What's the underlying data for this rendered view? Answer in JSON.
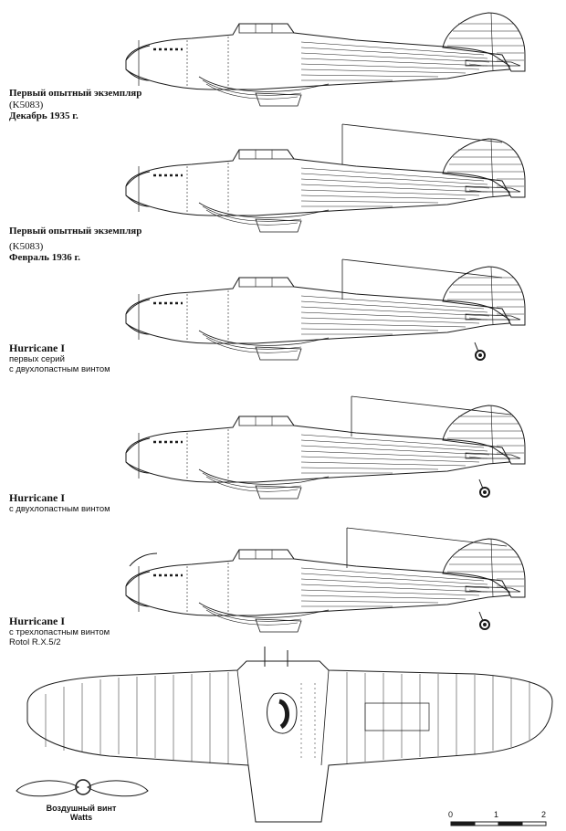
{
  "captions": [
    {
      "title": "Первый опытный экземпляр",
      "serial": "(K5083)",
      "date": "Декабрь 1935 г."
    },
    {
      "title": "Первый опытный экземпляр",
      "serial": "(K5083)",
      "date": "Февраль 1936 г."
    },
    {
      "title": "Hurricane I",
      "line2": "первых серий",
      "line3": "с двухлопастным винтом"
    },
    {
      "title": "Hurricane I",
      "line2": "с двухлопастным винтом"
    },
    {
      "title": "Hurricane I",
      "line2": "с трехлопастным винтом",
      "line3": "Rotol R.X.5/2"
    }
  ],
  "propeller": {
    "label": "Воздушный винт",
    "sublabel": "Watts"
  },
  "scale": {
    "ticks": [
      "0",
      "1",
      "2"
    ]
  },
  "colors": {
    "line": "#1a1a1a",
    "background": "#ffffff"
  }
}
